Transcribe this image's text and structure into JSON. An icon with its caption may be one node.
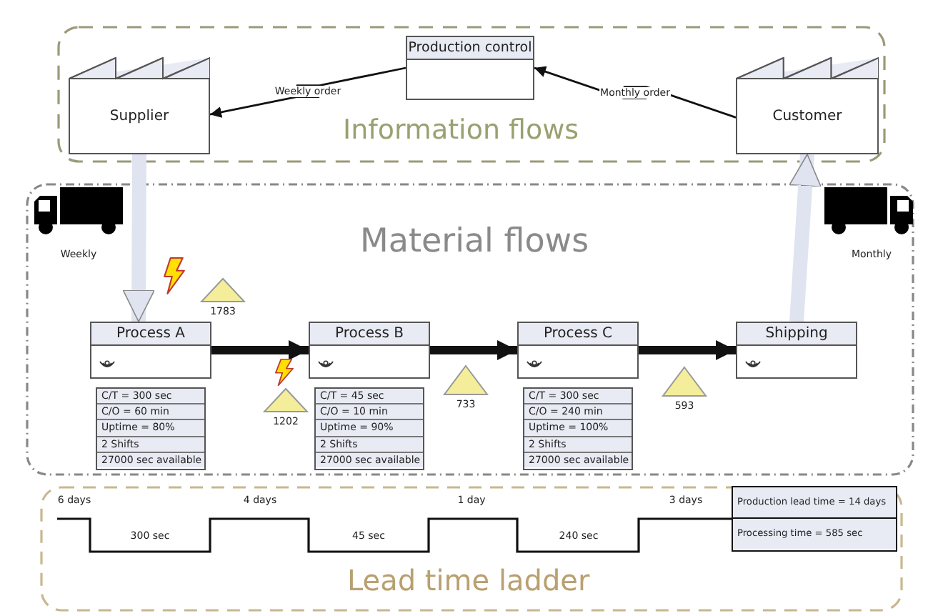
{
  "diagram": {
    "nodes": [
      {
        "text": [
          "Information flows"
        ]
      },
      {
        "text": [
          "Supplier"
        ],
        "in": 0
      },
      {
        "text": [
          "Production control"
        ],
        "in": 0
      },
      {
        "text": [
          "Customer"
        ],
        "in": 0
      },
      {
        "text": [
          "Material flows"
        ]
      },
      {
        "text": [],
        "shape": "triangle",
        "beside": [
          "1783"
        ],
        "in": 4
      },
      {
        "text": [
          "Process A"
        ],
        "in": 4
      },
      {
        "text": [
          "Process B"
        ],
        "in": 4
      },
      {
        "text": [
          "Process C"
        ],
        "in": 4
      },
      {
        "text": [
          "Shipping"
        ],
        "in": 4
      },
      {
        "text": [
          "C/T = 300 sec",
          "C/O = 60 min",
          "Uptime = 80%",
          "2 Shifts",
          "27000 sec available"
        ],
        "in": 4
      },
      {
        "text": [],
        "shape": "triangle",
        "beside": [
          "1202"
        ],
        "in": 4
      },
      {
        "text": [
          "C/T = 45 sec",
          "C/O = 10 min",
          "Uptime = 90%",
          "2 Shifts",
          "27000 sec available"
        ],
        "in": 4
      },
      {
        "text": [],
        "shape": "triangle",
        "beside": [
          "733"
        ],
        "in": 4
      },
      {
        "text": [
          "C/T = 300 sec",
          "C/O = 240 min",
          "Uptime = 100%",
          "2 Shifts",
          "27000 sec available"
        ],
        "in": 4
      },
      {
        "text": [],
        "shape": "triangle",
        "beside": [
          "593"
        ],
        "in": 4
      },
      {
        "text": [
          "Lead time ladder"
        ]
      },
      {
        "text": [
          "Production lead time = 14 days",
          "Processing time = 585 sec"
        ],
        "in": 16
      }
    ],
    "edges": [
      {
        "from": 2,
        "to": 1,
        "arrow": "to",
        "label": "Weekly order"
      },
      {
        "from": 3,
        "to": 2,
        "arrow": "to",
        "label": "Monthly order"
      },
      {
        "from": 1,
        "to": 6,
        "arrow": "to",
        "color": "#dfe4f0"
      },
      {
        "from": 6,
        "to": 7,
        "arrow": "to"
      },
      {
        "from": 7,
        "to": 8,
        "arrow": "to"
      },
      {
        "from": 8,
        "to": 9,
        "arrow": "to"
      },
      {
        "from": 9,
        "to": 3,
        "arrow": "to",
        "color": "#dfe4f0"
      }
    ],
    "labels": [
      "Weekly",
      "Monthly",
      "6 days",
      "4 days",
      "1 day",
      "3 days",
      "300 sec",
      "45 sec",
      "240 sec"
    ]
  }
}
